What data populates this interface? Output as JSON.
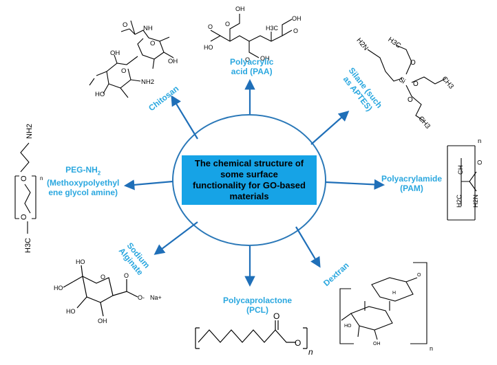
{
  "center": {
    "line1": "The chemical structure of",
    "line2": "some surface",
    "line3": "functionality for GO-based",
    "line4": "materials"
  },
  "accent_color": "#2aa7df",
  "center_fill": "#16a3e6",
  "arrow_color": "#1f6fb8",
  "labels": {
    "chitosan": "Chitosan",
    "paa_1": "Polyacrylic",
    "paa_2": "acid (PAA)",
    "silane_1": "Silane (such",
    "silane_2": "as APTES)",
    "peg_1": "PEG-NH",
    "peg_sub": "2",
    "peg_2": "(Methoxypolyethyl",
    "peg_3": "ene glycol amine)",
    "pam_1": "Polyacrylamide",
    "pam_2": "(PAM)",
    "alginate_1": "Sodium",
    "alginate_2": "Alginate",
    "pcl_1": "Polycaprolactone",
    "pcl_2": "(PCL)",
    "dextran": "Dextran"
  },
  "structures": {
    "chitosan": {
      "atoms": [
        "NH",
        "OH",
        "OH",
        "NH2",
        "HO",
        "O",
        "O",
        "O"
      ]
    },
    "paa": {
      "atoms": [
        "OH",
        "O",
        "H3C",
        "OH",
        "O",
        "HO",
        "O",
        "OH",
        "O"
      ]
    },
    "silane": {
      "atoms": [
        "H2N",
        "H3C",
        "Si",
        "O",
        "O",
        "CH3",
        "O",
        "CH3"
      ]
    },
    "peg": {
      "atoms": [
        "NH2",
        "O",
        "n",
        "O",
        "H3C"
      ]
    },
    "pam": {
      "atoms": [
        "n",
        "H2C",
        "CH",
        "O",
        "H2N"
      ]
    },
    "alginate": {
      "atoms": [
        "HO",
        "O",
        "HO",
        "O-",
        "Na+",
        "HO",
        "OH",
        "O"
      ]
    },
    "pcl": {
      "atoms": [
        "O",
        "O",
        "n"
      ]
    },
    "dextran": {
      "atoms": [
        "n",
        "O",
        "H",
        "HO",
        "OH"
      ]
    }
  }
}
